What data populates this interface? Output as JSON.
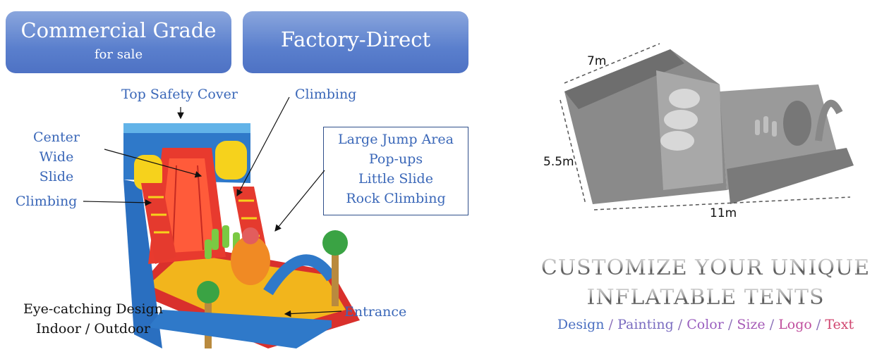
{
  "badges": {
    "commercial_title": "Commercial Grade",
    "commercial_sub": "for sale",
    "factory": "Factory-Direct"
  },
  "labels": {
    "top_safety_cover": "Top Safety Cover",
    "climbing_top": "Climbing",
    "center_line1": "Center",
    "center_line2": "Wide Slide",
    "climbing_left": "Climbing",
    "entrance": "Entrance",
    "eye_catching": "Eye-catching Design",
    "indoor_outdoor": "Indoor / Outdoor"
  },
  "features": [
    "Large Jump Area",
    "Pop-ups",
    "Little Slide",
    "Rock Climbing"
  ],
  "dimensions": {
    "depth": "7m",
    "height": "5.5m",
    "length": "11m"
  },
  "headline": {
    "line1": "CUSTOMIZE YOUR UNIQUE",
    "line2": "INFLATABLE TENTS"
  },
  "options": [
    {
      "label": "Design",
      "color": "#4a6fc1"
    },
    {
      "label": "Painting",
      "color": "#7a6cc0"
    },
    {
      "label": "Color",
      "color": "#9a5fbf"
    },
    {
      "label": "Size",
      "color": "#a55ab6"
    },
    {
      "label": "Logo",
      "color": "#c04f9e"
    },
    {
      "label": "Text",
      "color": "#d0456f"
    }
  ],
  "colors": {
    "badge_blue": "#5a7fcd",
    "label_blue": "#3a67b8"
  }
}
